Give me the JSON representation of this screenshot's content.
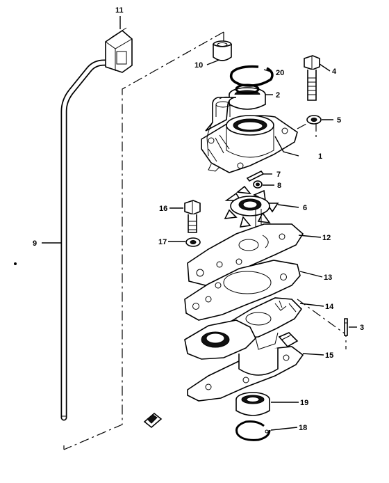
{
  "diagram": {
    "labels": [
      "11",
      "10",
      "20",
      "4",
      "2",
      "5",
      "1",
      "7",
      "8",
      "16",
      "6",
      "9",
      "17",
      "12",
      "13",
      "14",
      "3",
      "15",
      "19",
      "18"
    ]
  }
}
